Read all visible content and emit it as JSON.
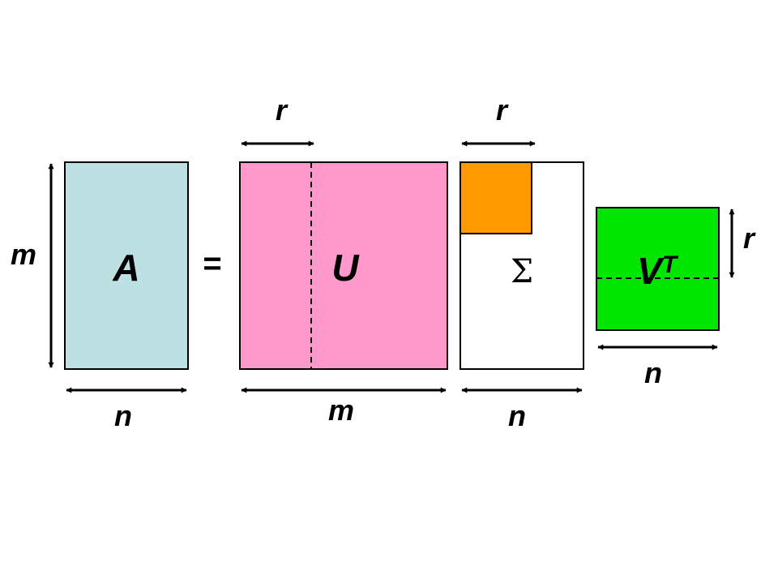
{
  "colors": {
    "matrix_a": "#bde0e3",
    "matrix_u": "#ff99cc",
    "matrix_sigma": "#ffffff",
    "sigma_block": "#ff9900",
    "matrix_vt": "#00e600",
    "stroke": "#000000"
  },
  "matrix_a": {
    "label": "A",
    "row_dim": "m",
    "col_dim": "n"
  },
  "equals": "=",
  "matrix_u": {
    "label": "U",
    "col_dim": "m",
    "rank_dim": "r"
  },
  "matrix_sigma": {
    "label": "Σ",
    "col_dim": "n",
    "rank_dim": "r"
  },
  "matrix_vt": {
    "label": "V",
    "superscript": "T",
    "col_dim": "n",
    "rank_dim": "r"
  }
}
